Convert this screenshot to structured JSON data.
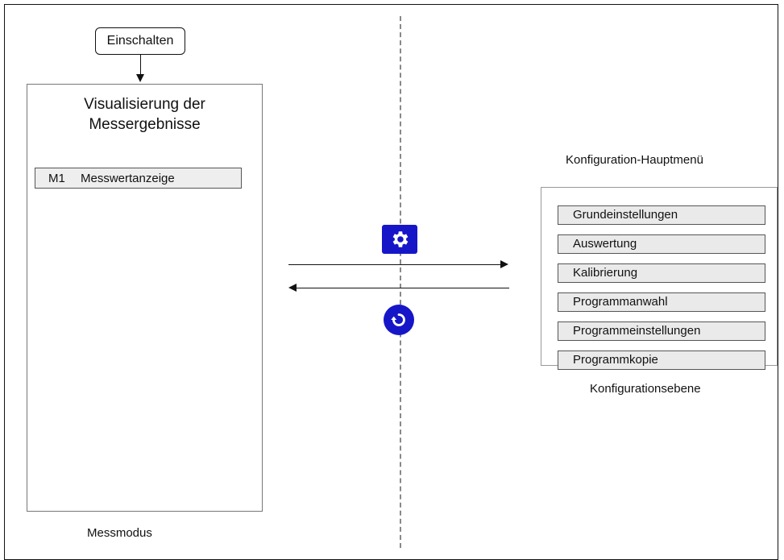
{
  "power_on": {
    "label": "Einschalten"
  },
  "measure_mode": {
    "title_line1": "Visualisierung der",
    "title_line2": "Messergebnisse",
    "item": {
      "code": "M1",
      "label": "Messwertanzeige"
    },
    "caption": "Messmodus"
  },
  "config": {
    "title": "Konfiguration-Hauptmenü",
    "items": [
      "Grundeinstellungen",
      "Auswertung",
      "Kalibrierung",
      "Programmanwahl",
      "Programmeinstellungen",
      "Programmkopie"
    ],
    "caption": "Konfigurationsebene"
  },
  "icons": {
    "enter_config": "gear-icon",
    "back": "return-arrow-icon",
    "accent_color": "#1616c8"
  }
}
